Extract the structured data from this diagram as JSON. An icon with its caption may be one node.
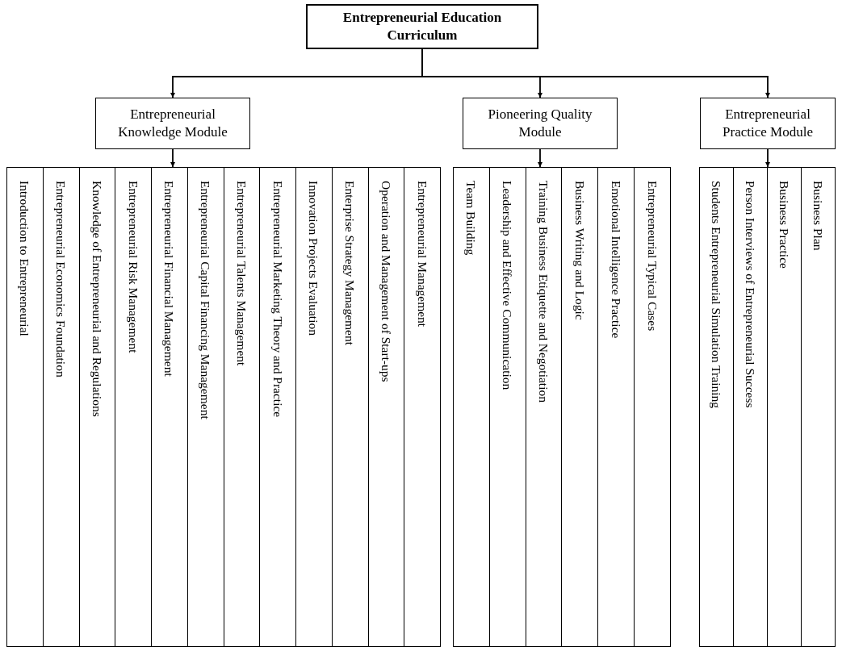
{
  "diagram": {
    "nodes": [
      {
        "text": [
          "Entrepreneurial Education Curriculum"
        ]
      },
      {
        "text": [
          "Entrepreneurial Knowledge Module"
        ]
      },
      {
        "text": [
          "Pioneering Quality Module"
        ]
      },
      {
        "text": [
          "Entrepreneurial Practice Module"
        ]
      },
      {
        "text": [],
        "shape": "box"
      },
      {
        "text": [
          "Introduction to Entrepreneurial"
        ],
        "in": 4
      },
      {
        "text": [
          "Entrepreneurial Economics Foundation"
        ],
        "in": 4
      },
      {
        "text": [
          "Knowledge of Entrepreneurial and Regulations"
        ],
        "in": 4
      },
      {
        "text": [
          "Entrepreneurial Risk Management"
        ],
        "in": 4
      },
      {
        "text": [
          "Entrepreneurial Financial Management"
        ],
        "in": 4
      },
      {
        "text": [
          "Entrepreneurial Capital Financing Management"
        ],
        "in": 4
      },
      {
        "text": [
          "Entrepreneurial Talents Management"
        ],
        "in": 4
      },
      {
        "text": [
          "Entrepreneurial Marketing Theory and Practice"
        ],
        "in": 4
      },
      {
        "text": [
          "Innovation Projects Evaluation"
        ],
        "in": 4
      },
      {
        "text": [
          "Enterprise Strategy Management"
        ],
        "in": 4
      },
      {
        "text": [
          "Operation and Management of Start-ups"
        ],
        "in": 4
      },
      {
        "text": [
          "Entrepreneurial Management"
        ],
        "in": 4
      },
      {
        "text": [],
        "shape": "box"
      },
      {
        "text": [
          "Team Building"
        ],
        "in": 17
      },
      {
        "text": [
          "Leadership and Effective Communication"
        ],
        "in": 17
      },
      {
        "text": [
          "Training Business Etiquette and Negotiation"
        ],
        "in": 17
      },
      {
        "text": [
          "Business Writing and Logic"
        ],
        "in": 17
      },
      {
        "text": [
          "Emotional Intelligence Practice"
        ],
        "in": 17
      },
      {
        "text": [
          "Entrepreneurial Typical Cases"
        ],
        "in": 17
      },
      {
        "text": [],
        "shape": "box"
      },
      {
        "text": [
          "Students Entrepreneurial Simulation Training"
        ],
        "in": 24
      },
      {
        "text": [
          "Person Interviews of Entrepreneurial Success"
        ],
        "in": 24
      },
      {
        "text": [
          "Business Practice"
        ],
        "in": 24
      },
      {
        "text": [
          "Business Plan"
        ],
        "in": 24
      }
    ],
    "edges": [
      {
        "from": 0,
        "to": 1,
        "arrow": "to"
      },
      {
        "from": 0,
        "to": 2,
        "arrow": "to"
      },
      {
        "from": 0,
        "to": 3,
        "arrow": "to"
      },
      {
        "from": 1,
        "to": 4,
        "arrow": "to"
      },
      {
        "from": 2,
        "to": 17,
        "arrow": "to"
      },
      {
        "from": 3,
        "to": 24,
        "arrow": "to"
      }
    ]
  }
}
